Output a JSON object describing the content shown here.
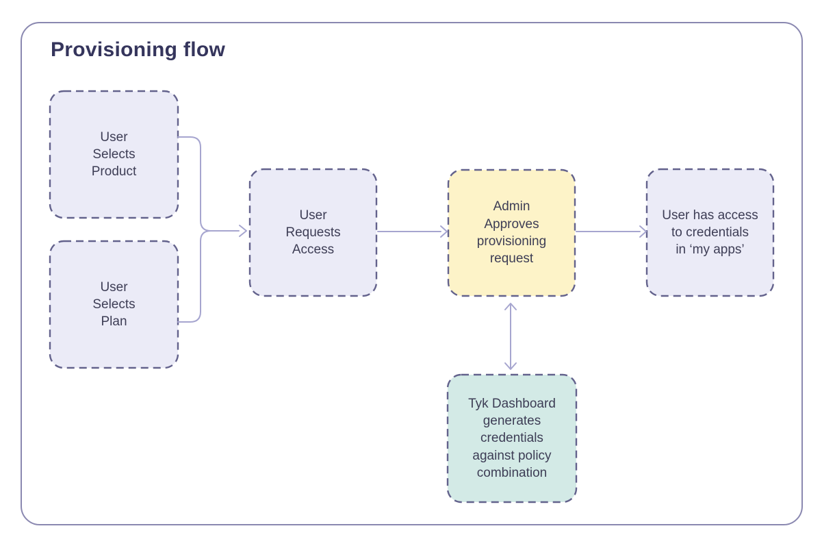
{
  "title": "Provisioning flow",
  "colors": {
    "frame_border": "#8a88b0",
    "node_border": "#63628c",
    "connector": "#a6a5cf",
    "node_fill_lavender": "#ebebf7",
    "node_fill_yellow": "#fdf3c8",
    "node_fill_teal": "#d3eae6",
    "label_text": "#3d3d55",
    "title_text": "#35355c"
  },
  "nodes": [
    {
      "id": "user-selects-product",
      "label": "User\nSelects\nProduct"
    },
    {
      "id": "user-selects-plan",
      "label": "User\nSelects\nPlan"
    },
    {
      "id": "user-requests-access",
      "label": "User\nRequests\nAccess"
    },
    {
      "id": "admin-approves",
      "label": "Admin\nApproves\nprovisioning\nrequest"
    },
    {
      "id": "user-has-access",
      "label": "User has access\nto credentials\nin ‘my apps’"
    },
    {
      "id": "tyk-dashboard",
      "label": "Tyk Dashboard\ngenerates\ncredentials\nagainst policy\ncombination"
    }
  ],
  "edges": [
    {
      "from": "user-selects-product",
      "to": "user-requests-access",
      "type": "merge-arrow"
    },
    {
      "from": "user-selects-plan",
      "to": "user-requests-access",
      "type": "merge-arrow"
    },
    {
      "from": "user-requests-access",
      "to": "admin-approves",
      "type": "arrow"
    },
    {
      "from": "admin-approves",
      "to": "user-has-access",
      "type": "arrow"
    },
    {
      "from": "admin-approves",
      "to": "tyk-dashboard",
      "type": "double-arrow"
    }
  ]
}
